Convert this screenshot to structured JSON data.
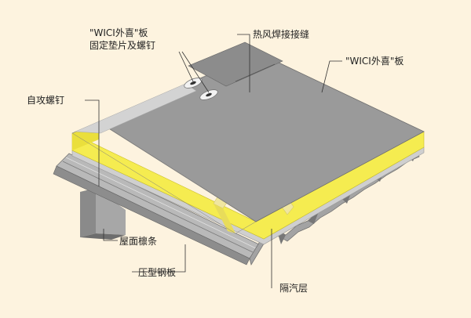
{
  "labels": {
    "panel_fixing_line1": "\"WICI外喜\"板",
    "panel_fixing_line2": "固定垫片及螺钉",
    "hot_air_weld": "热风焊接接缝",
    "wici_panel": "\"WICI外喜\"板",
    "self_tapping_screw": "自攻螺钉",
    "purlin": "屋面檩条",
    "steel_deck": "压型钢板",
    "vapor_barrier": "隔汽层"
  },
  "colors": {
    "background": "#fdf3df",
    "membrane": "#9a9a9a",
    "membrane_edge": "#6e6e6e",
    "insulation": "#f5ec50",
    "insulation_core": "#f0e6a0",
    "steel": "#b6b6b6",
    "steel_dark": "#7a7a7a",
    "vapor_barrier": "#cfcfcf"
  }
}
